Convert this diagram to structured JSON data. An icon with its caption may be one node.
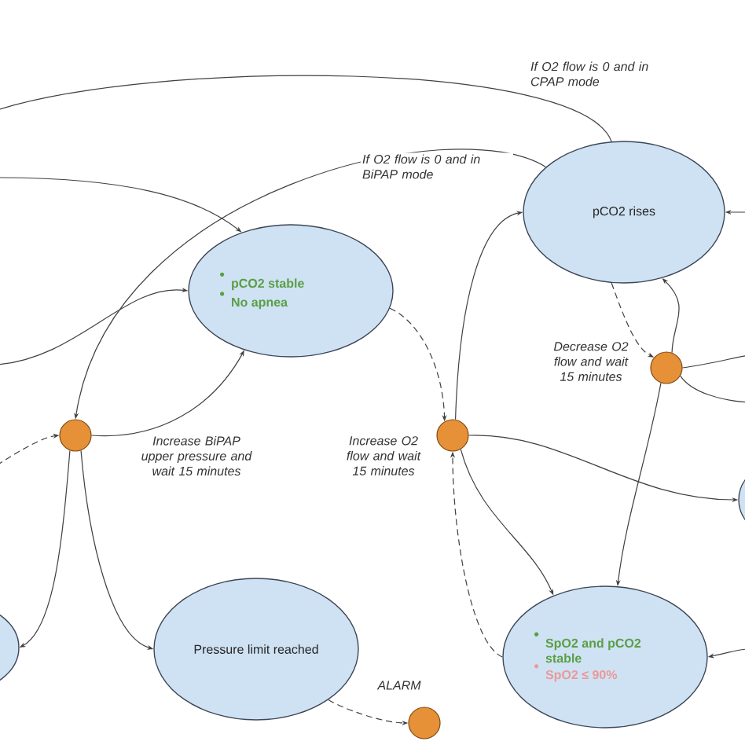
{
  "diagram": {
    "nodes": [
      {
        "text": [
          "pCO2 rises"
        ]
      },
      {
        "text": [
          "pCO2 stable",
          "No apnea"
        ]
      },
      {
        "text": [
          "Pressure limit reached"
        ]
      },
      {
        "text": [
          "SpO2 and pCO2 stable",
          "SpO2 ≤ 90%"
        ]
      },
      {
        "text": [],
        "shape": "ellipse"
      },
      {
        "text": [],
        "shape": "ellipse"
      },
      {
        "text": [],
        "shape": "circle",
        "beside": [
          "Increase BiPAP upper pressure and wait 15 minutes"
        ]
      },
      {
        "text": [],
        "shape": "circle",
        "beside": [
          "Increase O2 flow and wait 15 minutes"
        ]
      },
      {
        "text": [],
        "shape": "circle",
        "beside": [
          "Decrease O2 flow and wait 15 minutes"
        ]
      },
      {
        "text": [],
        "shape": "circle",
        "beside": [
          "ALARM"
        ]
      }
    ],
    "edges": [
      {
        "from": 0,
        "to": null,
        "arrow": "none",
        "label": "If O2 flow is 0 and in CPAP mode"
      },
      {
        "from": 0,
        "to": 6,
        "arrow": "to",
        "label": "If O2 flow is 0 and in BiPAP mode"
      },
      {
        "from": null,
        "to": 1,
        "arrow": "to"
      },
      {
        "from": null,
        "to": 1,
        "arrow": "to"
      },
      {
        "from": 6,
        "to": 1,
        "arrow": "to"
      },
      {
        "from": null,
        "to": 6,
        "arrow": "to",
        "style": "dashed"
      },
      {
        "from": 6,
        "to": 4,
        "arrow": "to"
      },
      {
        "from": 6,
        "to": 2,
        "arrow": "to"
      },
      {
        "from": 2,
        "to": 9,
        "arrow": "to",
        "style": "dashed"
      },
      {
        "from": 1,
        "to": 7,
        "arrow": "to",
        "style": "dashed"
      },
      {
        "from": 7,
        "to": 0,
        "arrow": "to"
      },
      {
        "from": 7,
        "to": 5,
        "arrow": "to"
      },
      {
        "from": 7,
        "to": 3,
        "arrow": "to"
      },
      {
        "from": 3,
        "to": 7,
        "arrow": "to",
        "style": "dashed"
      },
      {
        "from": 0,
        "to": 8,
        "arrow": "to",
        "style": "dashed"
      },
      {
        "from": 8,
        "to": 0,
        "arrow": "to"
      },
      {
        "from": 8,
        "to": null,
        "arrow": "none"
      },
      {
        "from": 8,
        "to": null,
        "arrow": "none"
      },
      {
        "from": 8,
        "to": 3,
        "arrow": "to"
      },
      {
        "from": null,
        "to": 3,
        "arrow": "to"
      },
      {
        "from": null,
        "to": 0,
        "arrow": "to"
      }
    ]
  }
}
